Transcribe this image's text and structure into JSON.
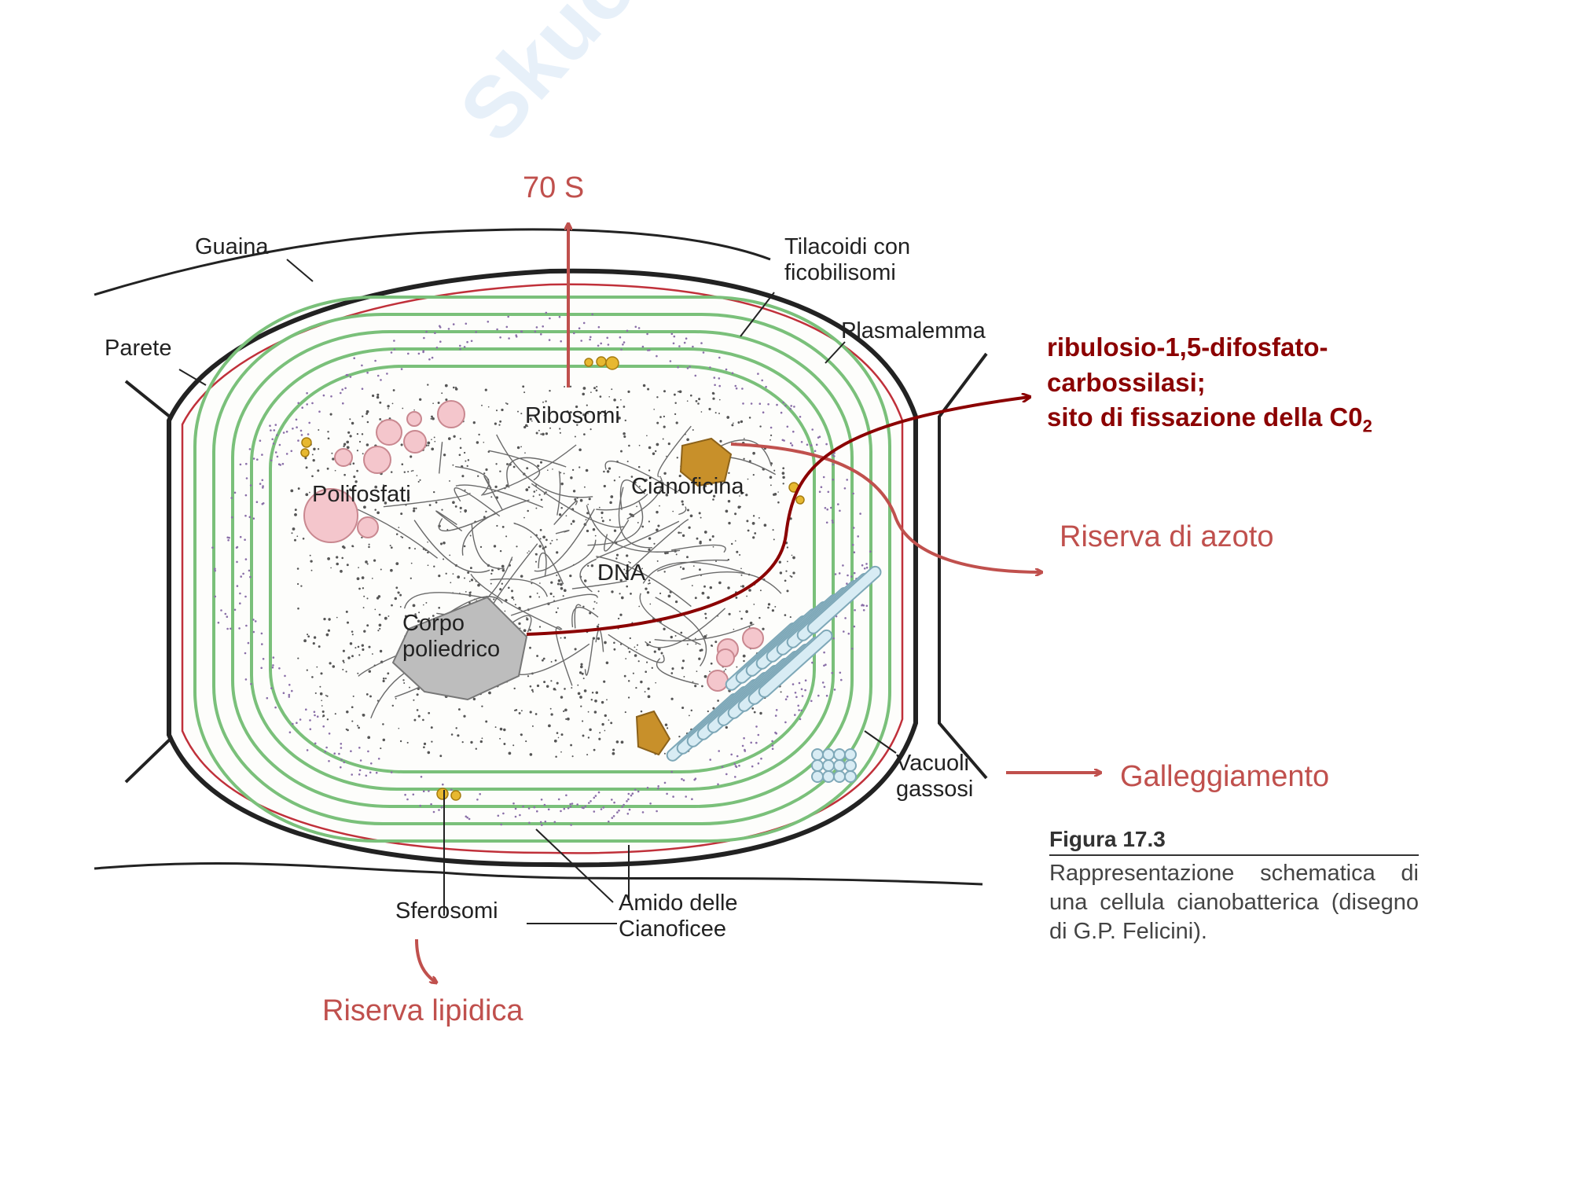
{
  "diagram": {
    "labels": {
      "guaina": "Guaina",
      "parete": "Parete",
      "tilacoidi": "Tilacoidi con\nficobilisomi",
      "plasmalemma": "Plasmalemma",
      "ribosomi": "Ribosomi",
      "polifosfati": "Polifosfati",
      "cianoficina": "Cianoficina",
      "dna": "DNA",
      "corpo_poliedrico": "Corpo\npoliedrico",
      "vacuoli_gassosi": "Vacuoli\ngassosi",
      "sferosomi": "Sferosomi",
      "amido": "Amido delle\nCianoficee"
    },
    "annotations": {
      "s70": "70 S",
      "rubisco_line1": "ribulosio-1,5-difosfato-",
      "rubisco_line2": "carbossilasi;",
      "rubisco_line3": "sito di fissazione della C0",
      "rubisco_sub": "2",
      "riserva_azoto": "Riserva di azoto",
      "galleggiamento": "Galleggiamento",
      "riserva_lipidica": "Riserva lipidica"
    },
    "caption": {
      "title": "Figura 17.3",
      "text": "Rappresentazione schematica di una cellula cianobatterica (disegno di G.P. Felicini)."
    },
    "colors": {
      "annotation_red": "#c0504d",
      "annotation_dark": "#8b0000",
      "thylakoid_green": "#7ac07a",
      "polyphosphate_pink": "#f4c6cc",
      "cyanophycin_brown": "#c8902a",
      "polyhedral_gray": "#bdbdbd",
      "vacuole_blue": "#d8ecf4",
      "plasmalemma_red": "#c0303a"
    },
    "watermark": "Skuola.net"
  }
}
